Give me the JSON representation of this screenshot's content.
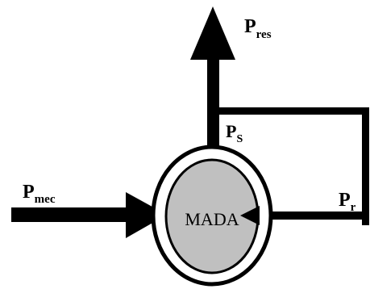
{
  "diagram": {
    "machine_label": "MADA",
    "labels": {
      "p_res": {
        "main": "P",
        "sub": "res"
      },
      "p_s": {
        "main": "P",
        "sub": "S"
      },
      "p_mec": {
        "main": "P",
        "sub": "mec"
      },
      "p_r": {
        "main": "P",
        "sub": "r"
      }
    },
    "colors": {
      "stroke": "#000000",
      "background": "#ffffff",
      "machine_fill": "#c0c0c0"
    }
  }
}
